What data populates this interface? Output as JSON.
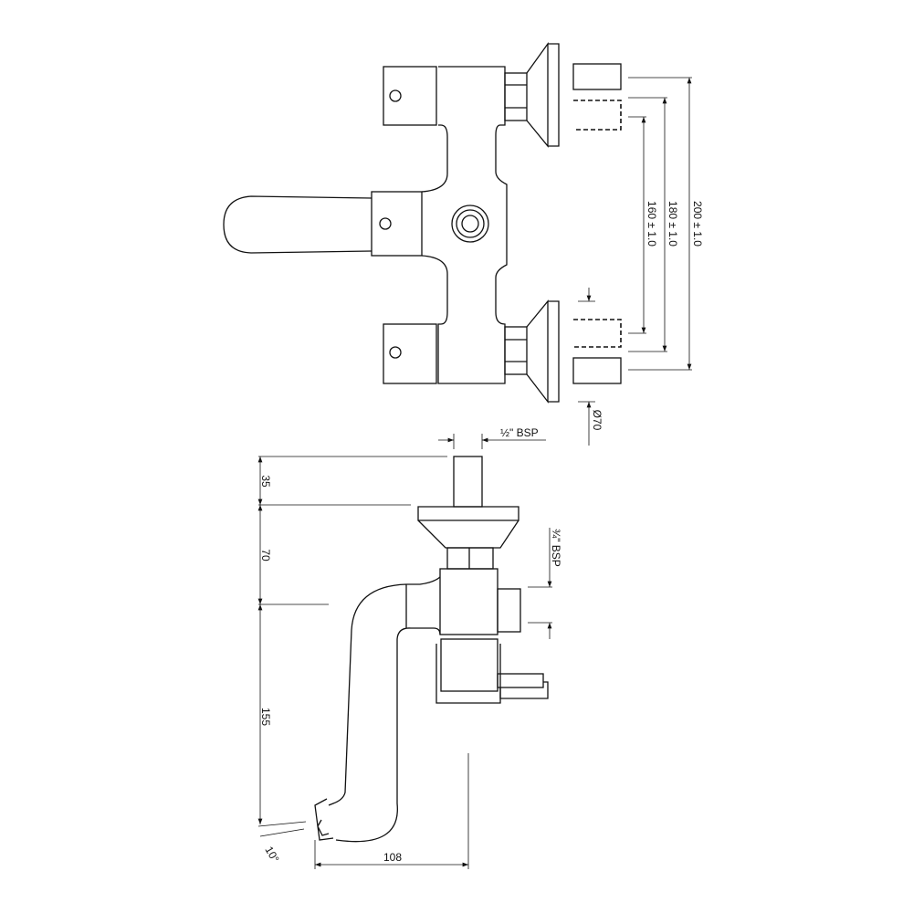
{
  "top_view": {
    "dimensions": {
      "d200": "200 ± 1.0",
      "d180": "180 ± 1.0",
      "d160": "160 ± 1.0",
      "diameter": "Ø70"
    }
  },
  "side_view": {
    "dimensions": {
      "inlet_thread": "½\" BSP",
      "outlet_thread": "¾\" BSP",
      "h35": "35",
      "h70": "70",
      "h155": "155",
      "w108": "108",
      "angle": "10°"
    }
  }
}
